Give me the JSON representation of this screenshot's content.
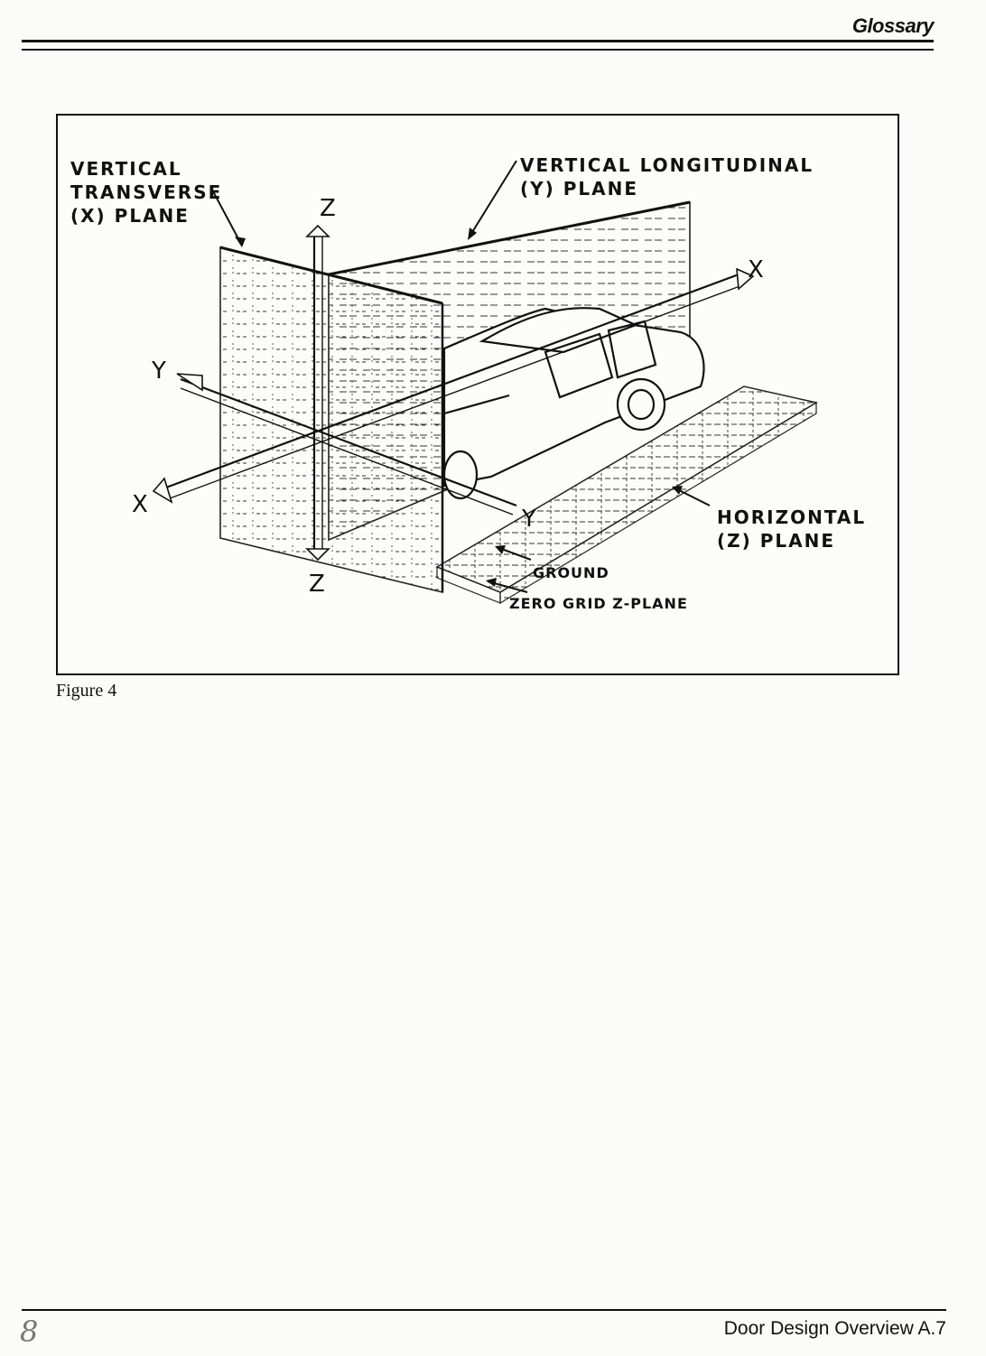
{
  "header": {
    "title": "Glossary"
  },
  "figure": {
    "labels": {
      "vertical_transverse": [
        "VERTICAL",
        "TRANSVERSE",
        "(X) PLANE"
      ],
      "vertical_longitudinal": [
        "VERTICAL LONGITUDINAL",
        "(Y) PLANE"
      ],
      "horizontal": [
        "HORIZONTAL",
        "(Z) PLANE"
      ],
      "ground": "GROUND",
      "zero_grid": "ZERO GRID Z-PLANE"
    },
    "axes": {
      "z_top": "Z",
      "z_bottom": "Z",
      "x_right": "X",
      "x_left": "X",
      "y_left": "Y",
      "y_right": "Y"
    },
    "caption": "Figure 4"
  },
  "footer": {
    "page_number": "8",
    "title": "Door Design Overview A.7"
  }
}
